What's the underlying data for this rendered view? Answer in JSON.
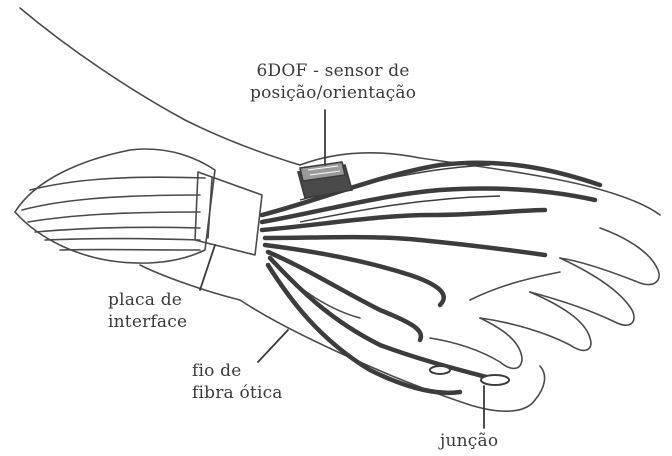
{
  "labels": {
    "sensor_line1": "6DOF - sensor de",
    "sensor_line2": "posição/orientação",
    "placa_line1": "placa de",
    "placa_line2": "interface",
    "fio_line1": "fio de",
    "fio_line2": "fibra ótica",
    "juncao": "junção"
  },
  "colors": {
    "ink": "#3a3a3a",
    "outline": "#4a4a4a",
    "fiber": "#3c3c3c",
    "paper": "#ffffff"
  }
}
